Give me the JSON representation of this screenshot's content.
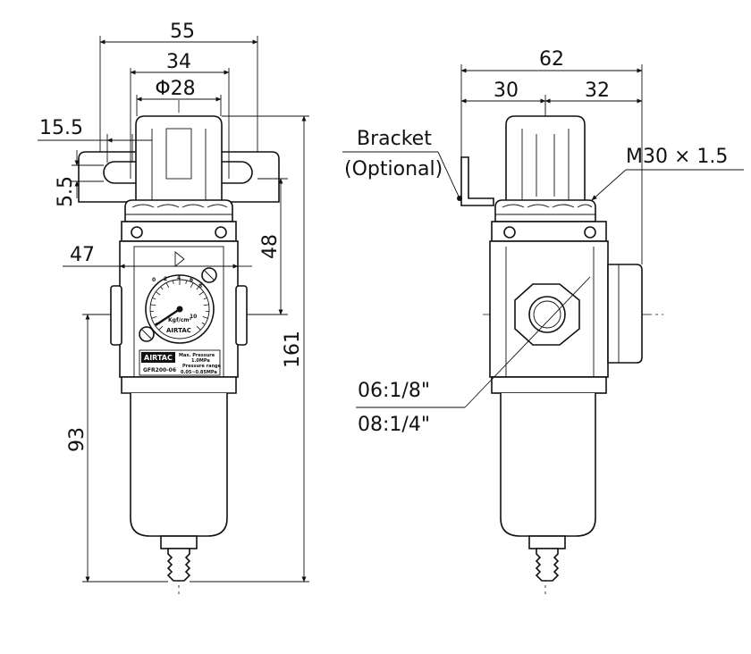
{
  "dimensions": {
    "width_overall": "55",
    "width_bracket": "34",
    "bonnet_dia": "Φ28",
    "slot_offset": "15.5",
    "slot_width": "5.5",
    "port_offset": "47",
    "bracket_to_port": "48",
    "overall_height": "161",
    "port_to_bottom": "93",
    "side_width": "62",
    "side_left": "30",
    "side_right": "32"
  },
  "labels": {
    "bracket_line1": "Bracket",
    "bracket_line2": "(Optional)",
    "thread": "M30 × 1.5",
    "port_line1": "06:1/8\"",
    "port_line2": "08:1/4\""
  },
  "gauge": {
    "brand": "AIRTAC",
    "unit": "Kgf/cm²",
    "scale": [
      "0",
      "2",
      "4",
      "6",
      "8",
      "10"
    ]
  },
  "nameplate": {
    "brand": "AIRTAC",
    "max_pressure_label": "Max. Pressure",
    "max_pressure_value": "1.0MPa",
    "model": "GFR200-06",
    "range_label": "Pressure range",
    "range_value": "0.05~0.85MPa"
  },
  "colors": {
    "line": "#111111",
    "background": "#ffffff"
  }
}
